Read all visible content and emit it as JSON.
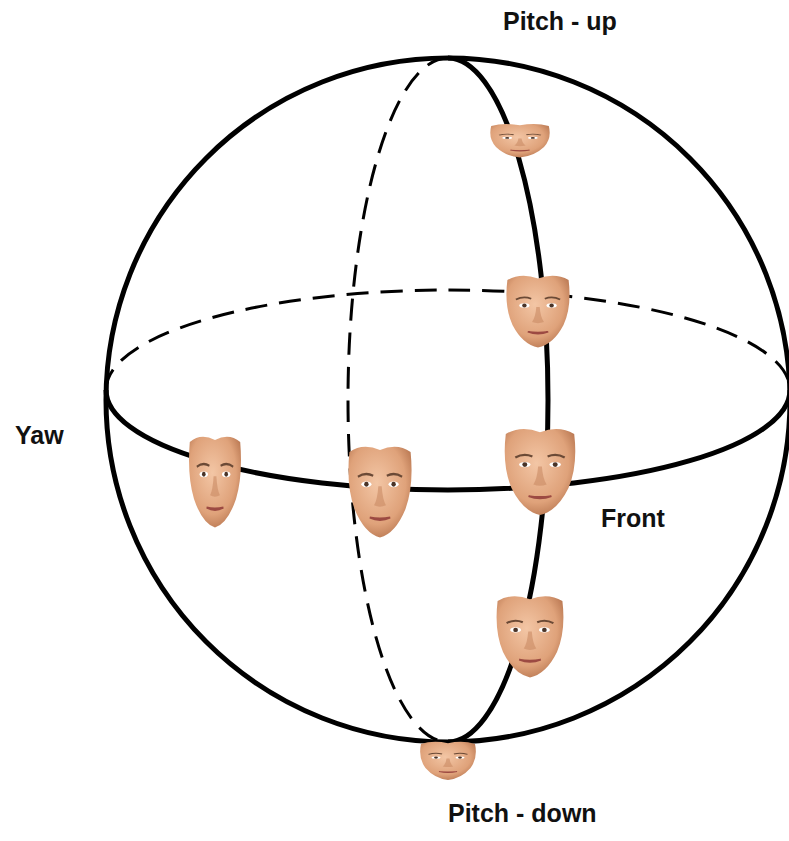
{
  "diagram": {
    "labels": [
      "Pitch - up",
      "Yaw",
      "Front",
      "Pitch - down"
    ]
  }
}
